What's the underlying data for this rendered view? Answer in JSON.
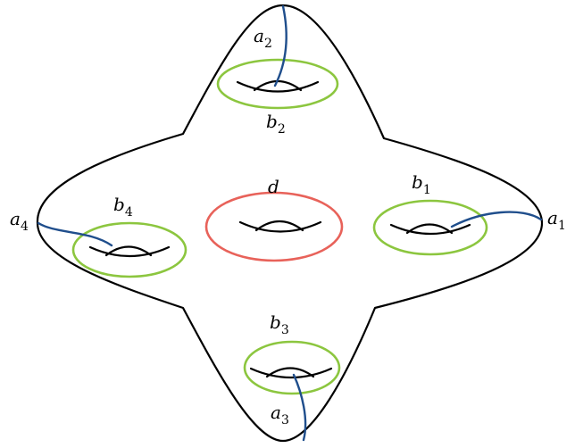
{
  "labels": {
    "a1": {
      "base": "a",
      "sub": "1"
    },
    "a2": {
      "base": "a",
      "sub": "2"
    },
    "a3": {
      "base": "a",
      "sub": "3"
    },
    "a4": {
      "base": "a",
      "sub": "4"
    },
    "b1": {
      "base": "b",
      "sub": "1"
    },
    "b2": {
      "base": "b",
      "sub": "2"
    },
    "b3": {
      "base": "b",
      "sub": "3"
    },
    "b4": {
      "base": "b",
      "sub": "4"
    },
    "d": {
      "base": "d"
    }
  },
  "colors": {
    "b_curves": "#8cc63f",
    "d_curve": "#e8625a",
    "a_curves": "#1f4e8c"
  }
}
